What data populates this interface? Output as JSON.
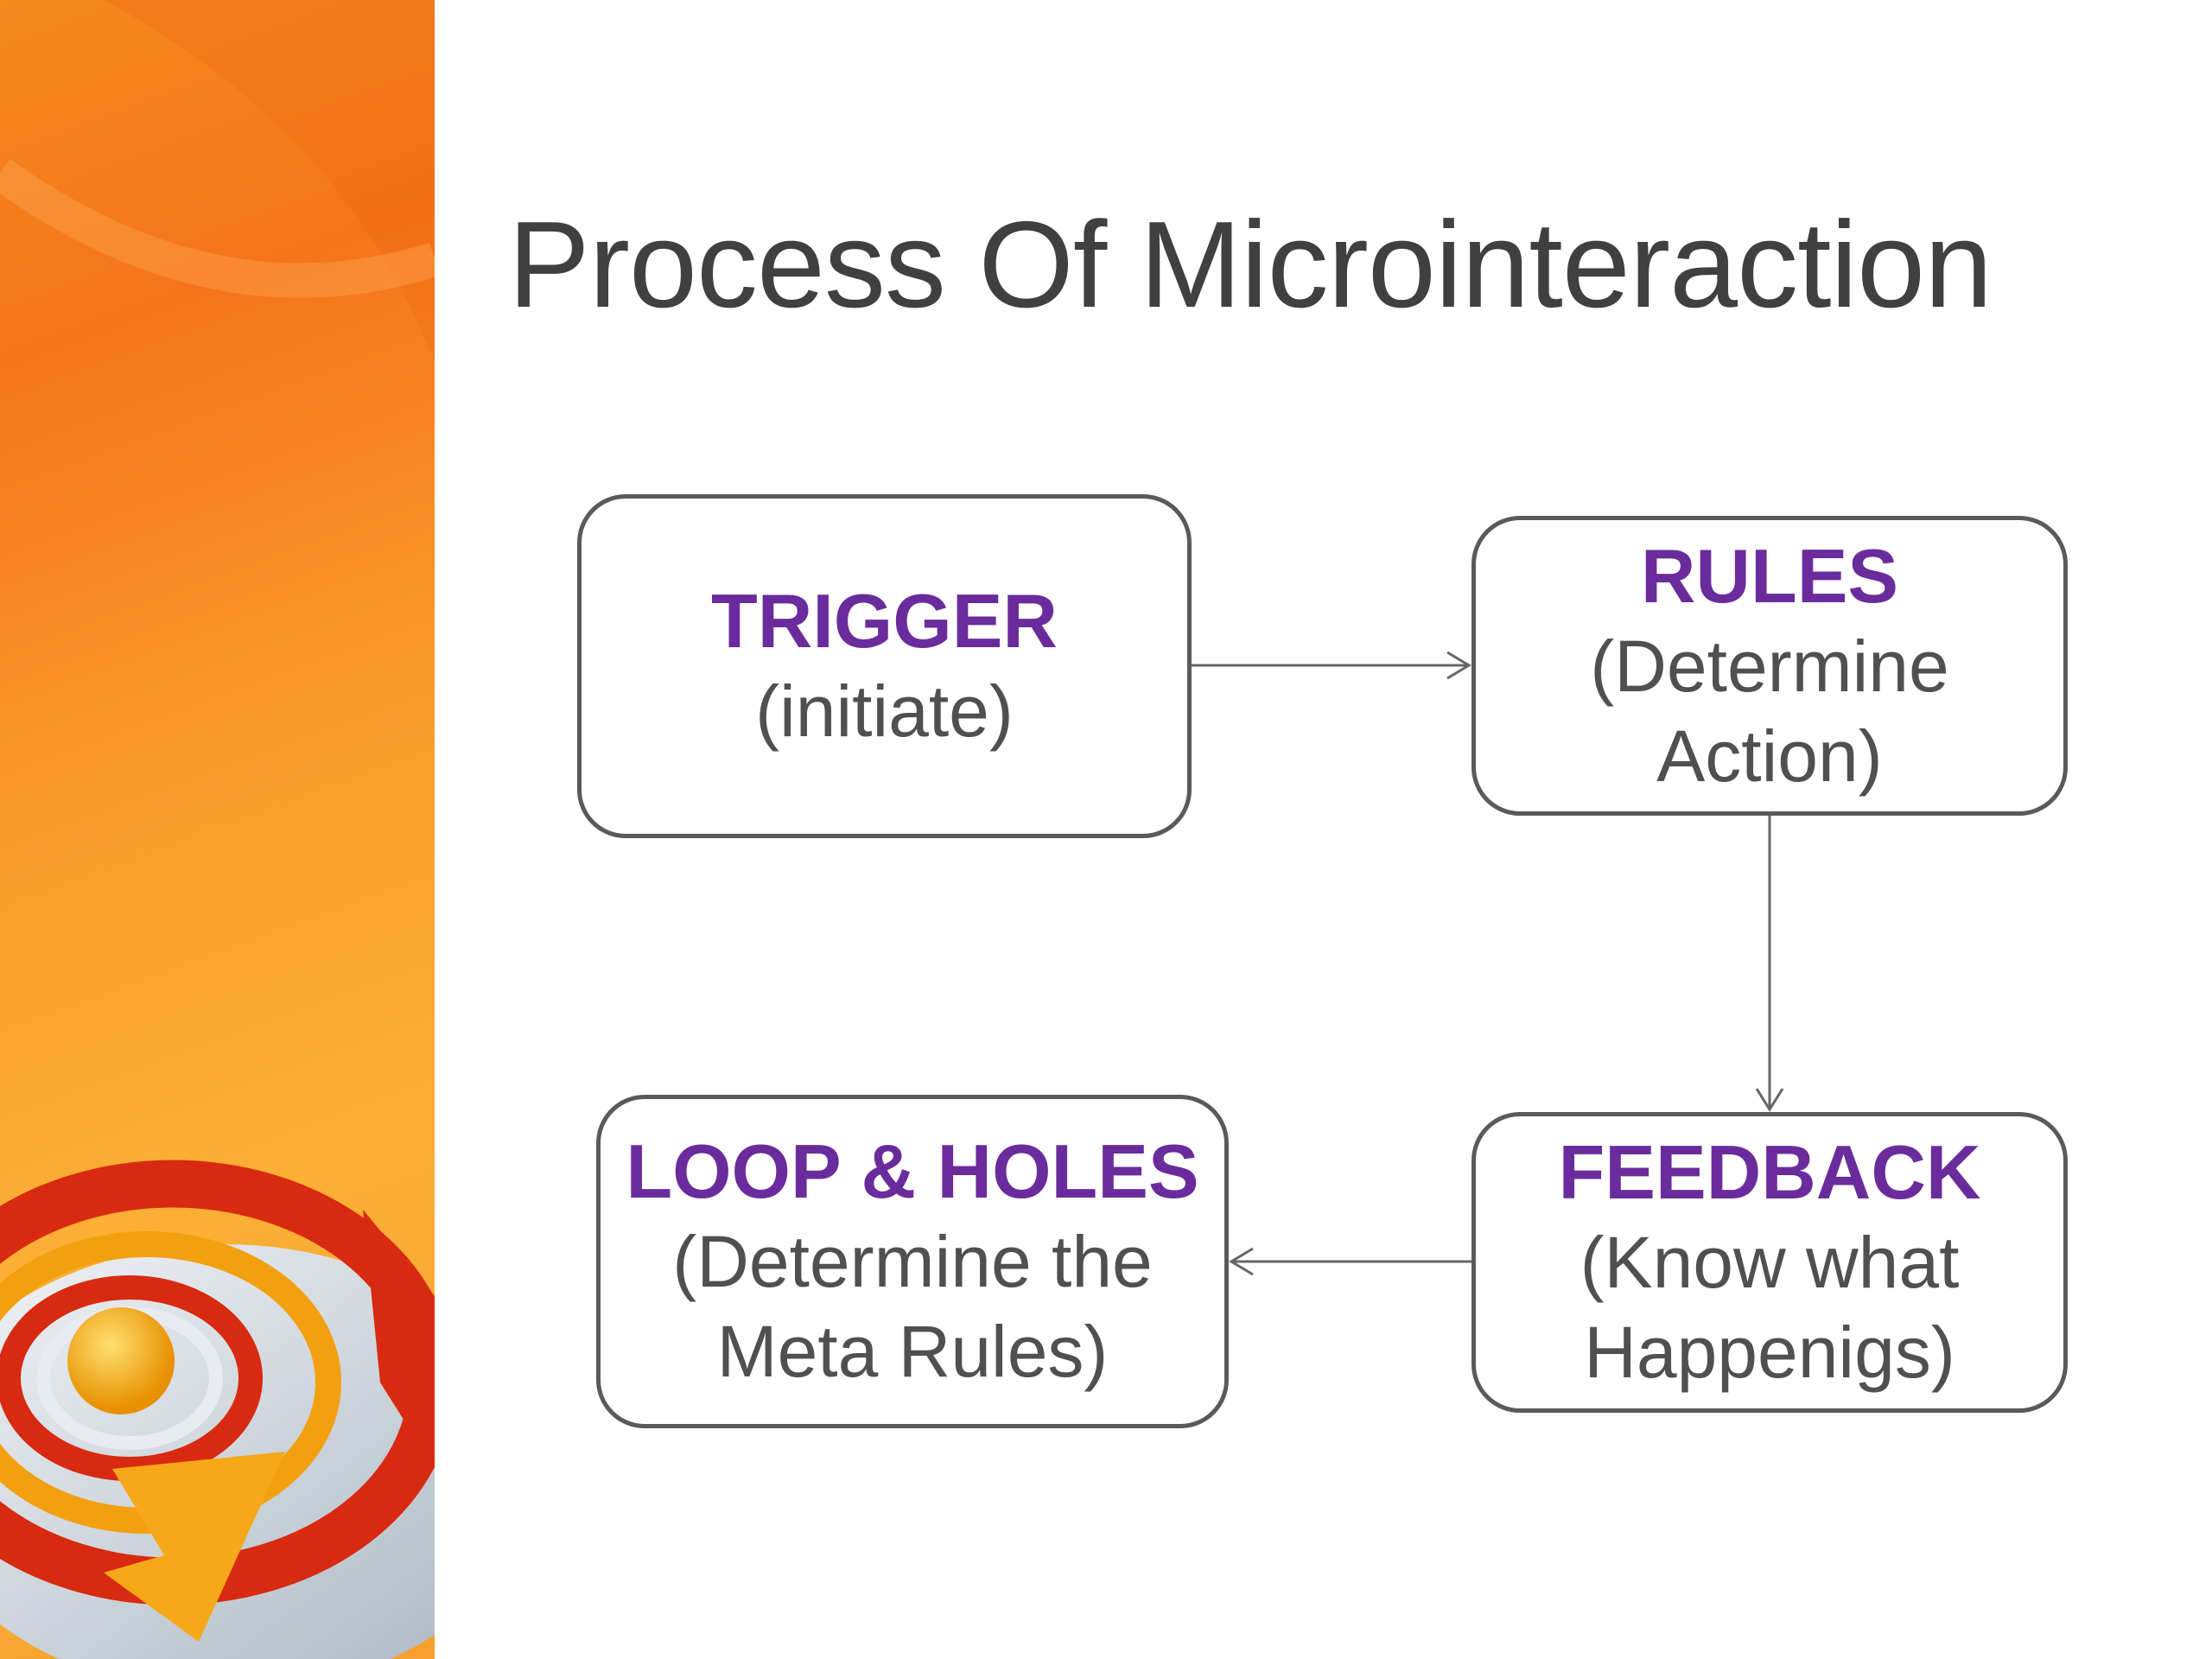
{
  "title": "Process Of Microinteraction",
  "steps": {
    "trigger": {
      "heading": "TRIGGER",
      "desc": [
        "(initiate)"
      ]
    },
    "rules": {
      "heading": "RULES",
      "desc": [
        "(Determine",
        "Action)"
      ]
    },
    "feedback": {
      "heading": "FEEDBACK",
      "desc": [
        "(Know what",
        "Happenigs)"
      ]
    },
    "loop": {
      "heading": "LOOP & HOLES",
      "desc": [
        "(Determine the",
        "Meta Rules)"
      ]
    }
  },
  "colors": {
    "heading": "#6a2c9c",
    "text": "#505050",
    "border": "#5a5a5a",
    "accent": "#f5841f"
  }
}
